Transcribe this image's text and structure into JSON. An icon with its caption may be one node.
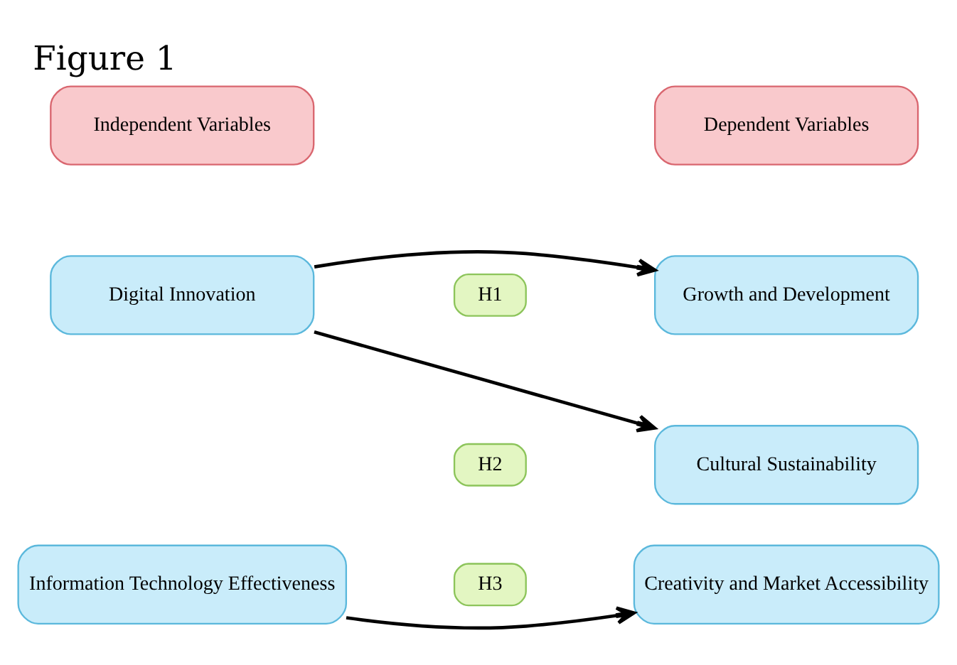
{
  "diagram": {
    "title": "Figure 1",
    "nodes": [
      {
        "text": [
          "Independent Variables"
        ]
      },
      {
        "text": [
          "Dependent Variables"
        ]
      },
      {
        "text": [
          "Digital Innovation"
        ]
      },
      {
        "text": [
          "Growth and Development"
        ]
      },
      {
        "text": [
          "Cultural Sustainability"
        ]
      },
      {
        "text": [
          "Information Technology Effectiveness"
        ]
      },
      {
        "text": [
          "Creativity and Market Accessibility"
        ]
      },
      {
        "text": [
          "H1"
        ]
      },
      {
        "text": [
          "H2"
        ]
      },
      {
        "text": [
          "H3"
        ]
      }
    ],
    "edges": [
      {
        "from": 2,
        "to": 3,
        "arrow": "to"
      },
      {
        "from": 2,
        "to": 4,
        "arrow": "to"
      },
      {
        "from": 5,
        "to": 6,
        "arrow": "to"
      }
    ]
  }
}
